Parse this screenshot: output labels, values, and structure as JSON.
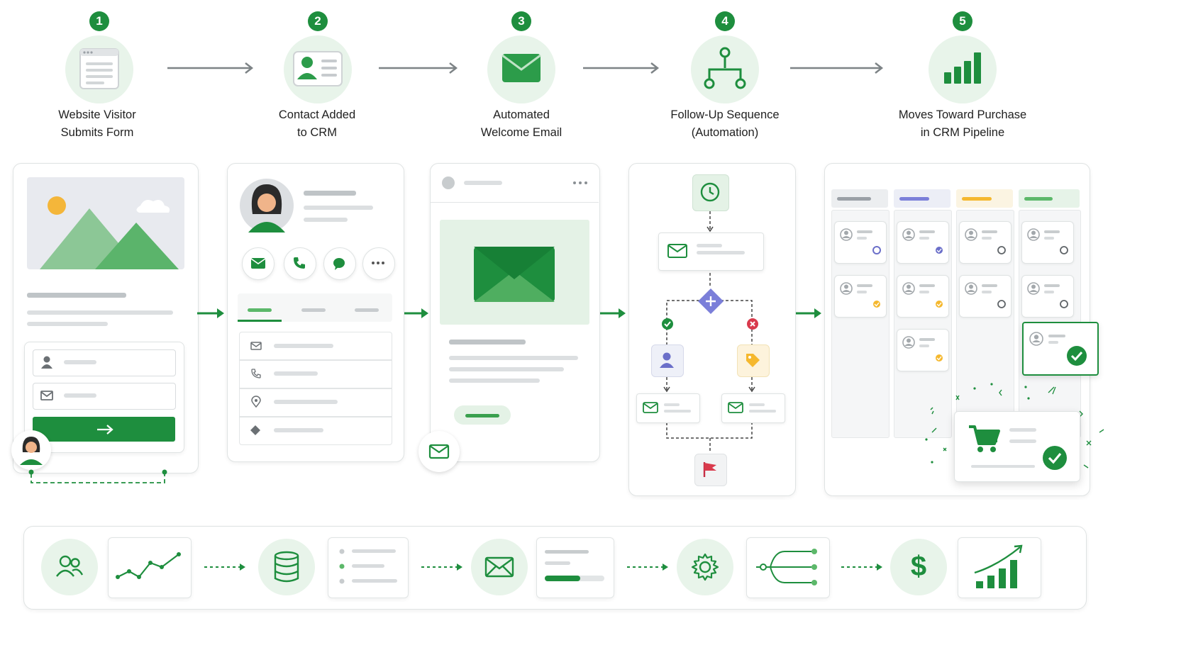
{
  "steps": [
    {
      "number": "1",
      "label_line1": "Website Visitor",
      "label_line2": "Submits Form",
      "icon": "form-icon"
    },
    {
      "number": "2",
      "label_line1": "Contact Added",
      "label_line2": "to CRM",
      "icon": "contact-card-icon"
    },
    {
      "number": "3",
      "label_line1": "Automated",
      "label_line2": "Welcome Email",
      "icon": "envelope-icon"
    },
    {
      "number": "4",
      "label_line1": "Follow-Up Sequence",
      "label_line2": "(Automation)",
      "icon": "workflow-icon"
    },
    {
      "number": "5",
      "label_line1": "Moves Toward Purchase",
      "label_line2": "in CRM Pipeline",
      "icon": "bar-chart-icon"
    }
  ],
  "colors": {
    "brand_green": "#1e8e3e",
    "light_green": "#e8f4ea",
    "pipeline_col1": "#9aa0a6",
    "pipeline_col2": "#7b7fd9",
    "pipeline_col3": "#f5b82e",
    "pipeline_col4": "#5cb86a",
    "error_red": "#d93a4c",
    "diamond_purple": "#7b7fd9"
  },
  "bottom_flow_icons": [
    "people-icon",
    "trend-line-icon",
    "database-icon",
    "list-icon",
    "envelope-icon",
    "progress-icon",
    "gear-icon",
    "branch-icon",
    "dollar-icon",
    "growth-chart-icon"
  ],
  "bottom_flow": {
    "dollar_symbol": "$"
  }
}
